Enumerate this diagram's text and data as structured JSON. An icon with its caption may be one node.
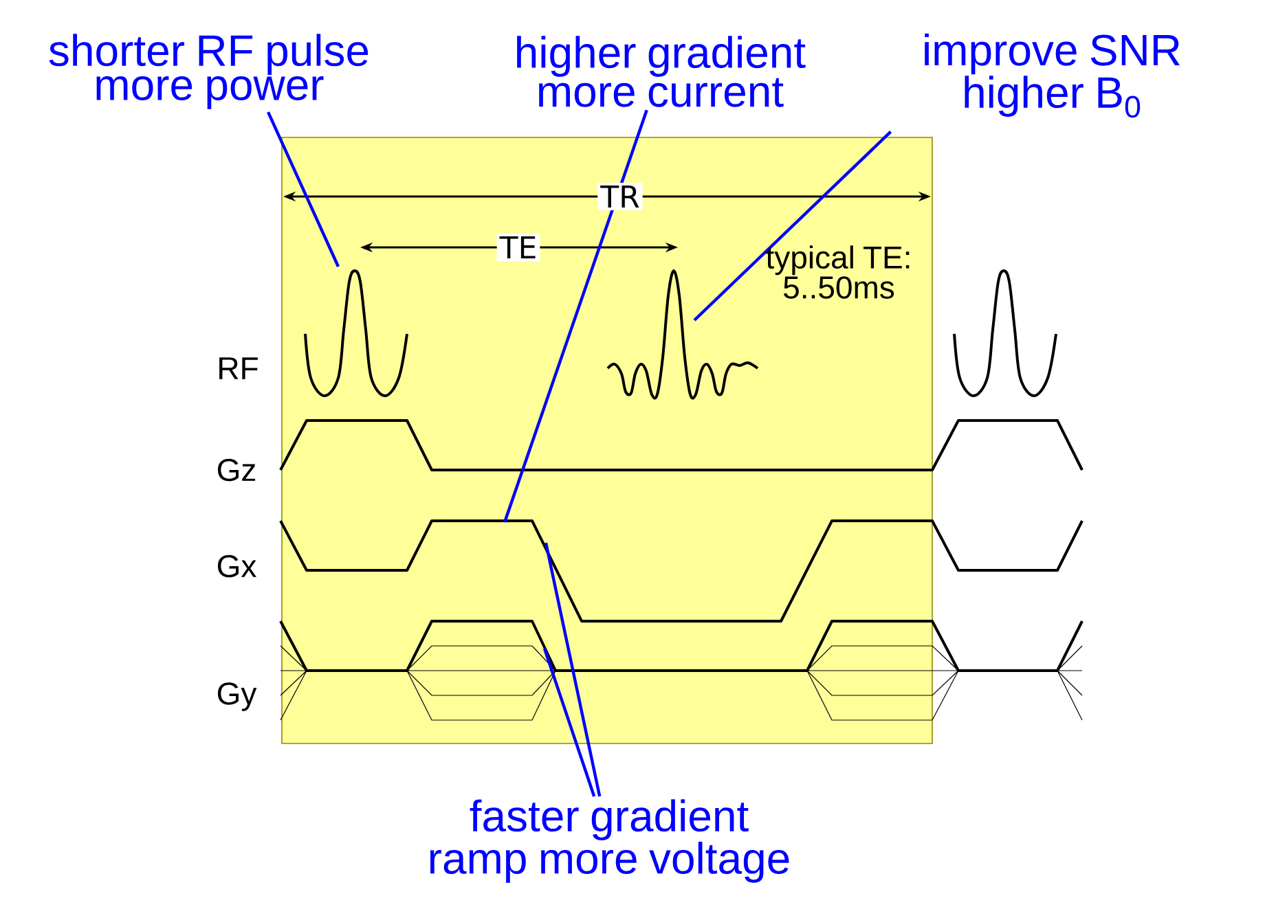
{
  "diagram": {
    "nodes": [
      {
        "text": [
          "shorter RF pulse more power"
        ]
      },
      {
        "text": [
          "higher gradient more current"
        ]
      },
      {
        "text": [
          "improve SNR higher B$_{0}$"
        ]
      },
      {
        "text": [
          "faster gradient ramp more voltage"
        ]
      },
      {
        "text": [],
        "shape": "picture"
      },
      {
        "text": [],
        "shape": "picture"
      },
      {
        "text": [],
        "shape": "picture"
      },
      {
        "text": [],
        "shape": "picture"
      }
    ],
    "edges": [
      {
        "from": 0,
        "to": 4,
        "arrow": "none"
      },
      {
        "from": 1,
        "to": 6,
        "arrow": "none"
      },
      {
        "from": 2,
        "to": 5,
        "arrow": "none"
      },
      {
        "from": 3,
        "to": 6,
        "arrow": "none"
      },
      {
        "from": 3,
        "to": 7,
        "arrow": "none"
      }
    ],
    "labels": [
      "TR",
      "TE",
      "typical TE: 5..50ms",
      "RF",
      "Gz",
      "Gx",
      "Gy"
    ]
  }
}
